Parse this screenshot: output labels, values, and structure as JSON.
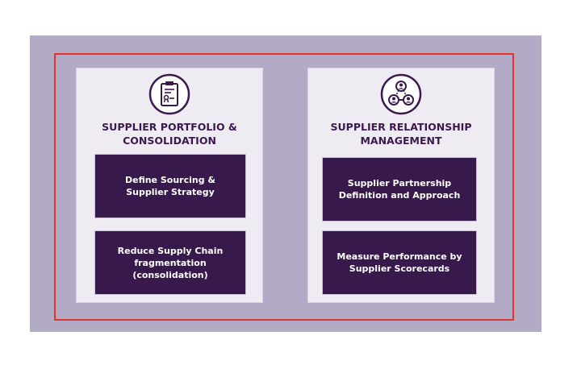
{
  "colors": {
    "background": "#b3aac6",
    "highlight_border": "#e0342b",
    "panel": "#eeebf3",
    "box": "#371a4b",
    "title_text": "#3a1a4d",
    "box_text": "#ffffff"
  },
  "panels": [
    {
      "icon": "clipboard-certificate-icon",
      "title": "SUPPLIER PORTFOLIO &\nCONSOLIDATION",
      "boxes": [
        {
          "text": "Define Sourcing &\nSupplier Strategy"
        },
        {
          "text": "Reduce Supply Chain\nfragmentation\n(consolidation)"
        }
      ]
    },
    {
      "icon": "people-network-icon",
      "title": "SUPPLIER RELATIONSHIP\nMANAGEMENT",
      "boxes": [
        {
          "text": "Supplier Partnership\nDefinition and Approach"
        },
        {
          "text": "Measure Performance by\nSupplier Scorecards"
        }
      ]
    }
  ]
}
